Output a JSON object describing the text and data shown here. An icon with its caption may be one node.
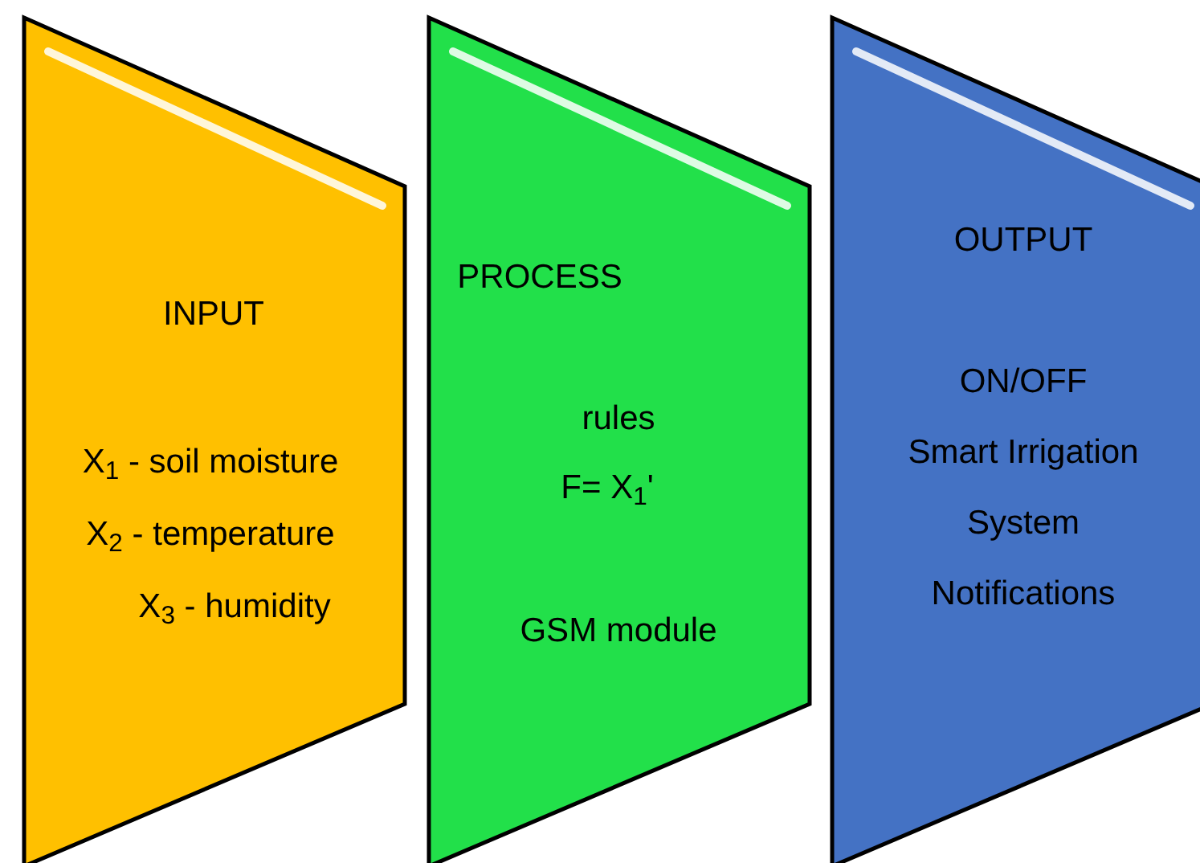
{
  "diagram": {
    "nodes": [
      {
        "text": [
          "INPUT",
          "X$_{1}$ - soil moisture",
          "X$_{2}$ - temperature",
          "X$_{3}$ - humidity"
        ]
      },
      {
        "text": [
          "PROCESS",
          "rules",
          "F= X$_{1}$'",
          "GSM module"
        ]
      },
      {
        "text": [
          "OUTPUT",
          "ON/OFF",
          "Smart Irrigation System",
          "Notifications"
        ]
      }
    ]
  }
}
